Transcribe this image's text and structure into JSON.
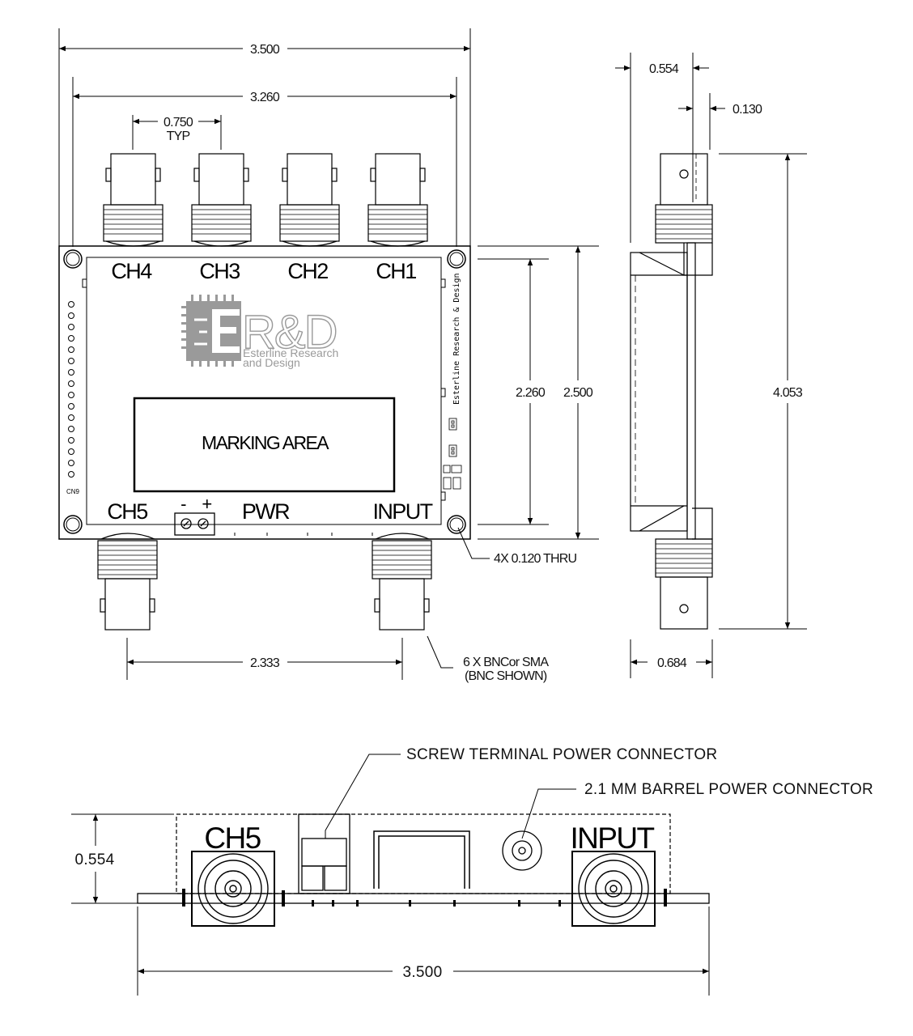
{
  "front_view": {
    "dims": {
      "overall_width": "3.500",
      "hole_spacing": "3.260",
      "connector_pitch": "0.750",
      "connector_pitch_note": "TYP",
      "bottom_connector_spacing": "2.333",
      "hole_vertical_spacing": "2.260",
      "board_height": "2.500"
    },
    "channel_labels": [
      "CH4",
      "CH3",
      "CH2",
      "CH1"
    ],
    "bottom_labels": {
      "ch5": "CH5",
      "pwr": "PWR",
      "input": "INPUT",
      "minus": "-",
      "plus": "+"
    },
    "logo": {
      "mark": "R&D",
      "line1": "Esterline Research",
      "line2": "and Design"
    },
    "vertical_text": "Esterline Research & Design",
    "header_label": "CN9",
    "marking_area": "MARKING AREA",
    "callouts": {
      "holes": "4X 0.120 THRU",
      "connectors_line1": "6 X BNCor SMA",
      "connectors_line2": "(BNC SHOWN)"
    }
  },
  "side_view": {
    "dims": {
      "depth": "0.554",
      "offset": "0.130",
      "overall_height": "4.053",
      "base_depth": "0.684"
    }
  },
  "bottom_view": {
    "labels": {
      "ch5": "CH5",
      "input": "INPUT"
    },
    "dims": {
      "height": "0.554",
      "width": "3.500"
    },
    "callouts": {
      "screw_terminal": "SCREW TERMINAL POWER CONNECTOR",
      "barrel": "2.1 MM BARREL POWER CONNECTOR"
    }
  },
  "colors": {
    "line": "#000000",
    "logo_gray": "#9a9a9a",
    "background": "#ffffff"
  }
}
